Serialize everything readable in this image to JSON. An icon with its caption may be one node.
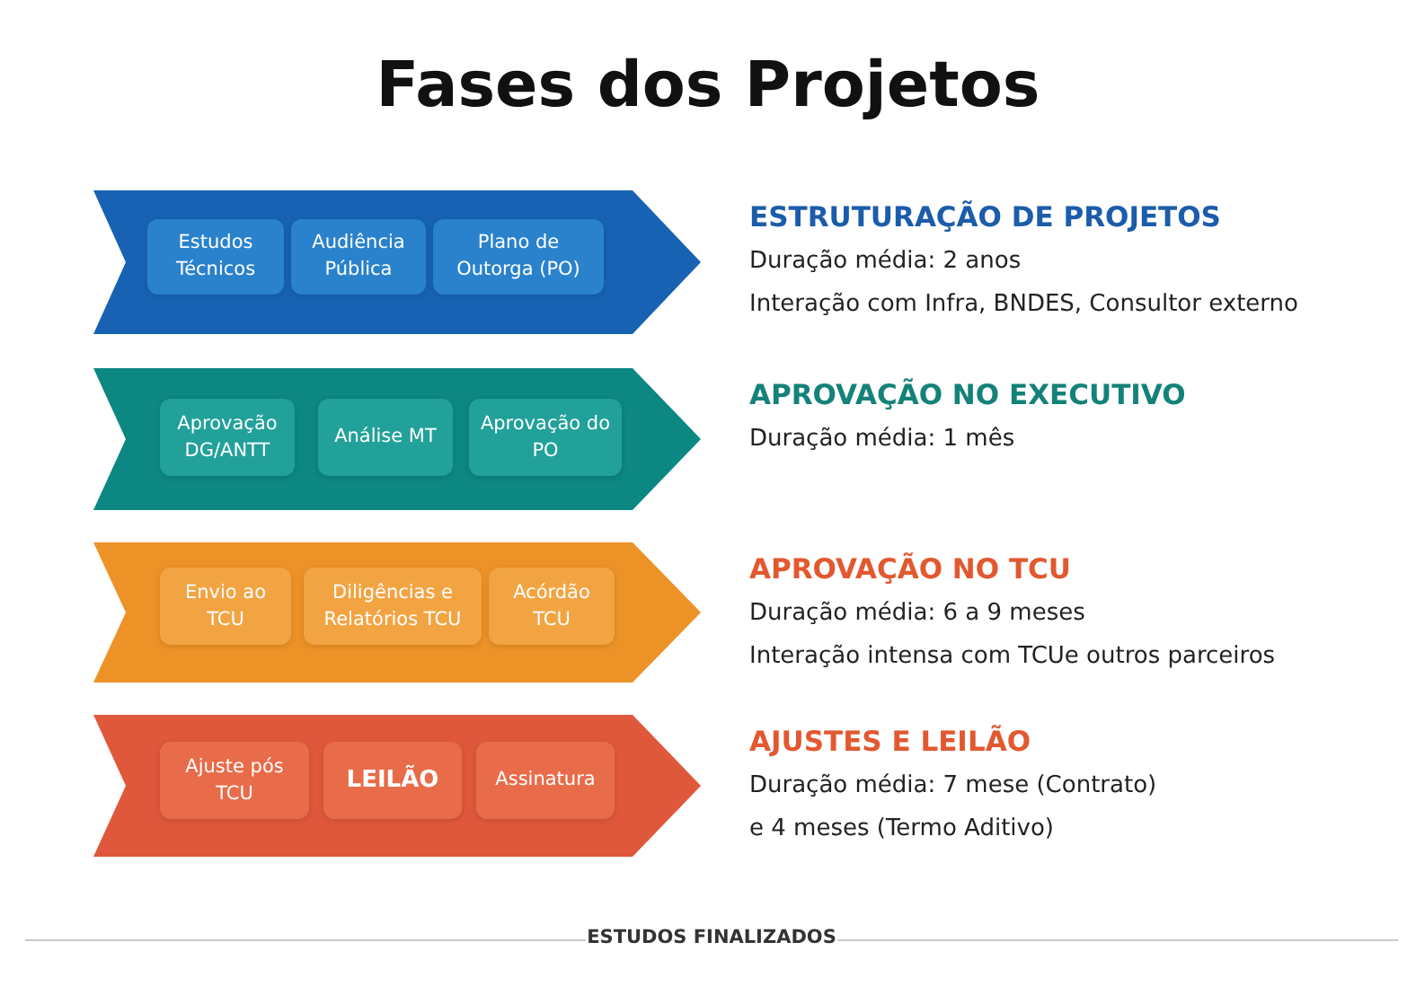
{
  "diagram": {
    "title": "Fases dos Projetos",
    "nodes": [
      {
        "text": [],
        "shape": "chevron",
        "beside": [
          "ESTRUTURAÇÃO DE PROJETOS",
          "Duração média: 2 anos",
          "Interação com Infra, BNDES, Consultor externo"
        ]
      },
      {
        "text": [
          "Estudos Técnicos"
        ],
        "in": 0
      },
      {
        "text": [
          "Audiência Pública"
        ],
        "in": 0
      },
      {
        "text": [
          "Plano de Outorga (PO)"
        ],
        "in": 0
      },
      {
        "text": [],
        "shape": "chevron",
        "beside": [
          "APROVAÇÃO NO EXECUTIVO",
          "Duração média: 1 mês"
        ]
      },
      {
        "text": [
          "Aprovação DG/ANTT"
        ],
        "in": 4
      },
      {
        "text": [
          "Análise MT"
        ],
        "in": 4
      },
      {
        "text": [
          "Aprovação do PO"
        ],
        "in": 4
      },
      {
        "text": [],
        "shape": "chevron",
        "beside": [
          "APROVAÇÃO NO TCU",
          "Duração média: 6 a 9 meses",
          "Interação intensa com TCUe outros parceiros"
        ]
      },
      {
        "text": [
          "Envio ao TCU"
        ],
        "in": 8
      },
      {
        "text": [
          "Diligências e Relatórios TCU"
        ],
        "in": 8
      },
      {
        "text": [
          "Acórdão TCU"
        ],
        "in": 8
      },
      {
        "text": [],
        "shape": "chevron",
        "beside": [
          "AJUSTES E LEILÃO",
          "Duração média: 7 mese (Contrato)",
          "e 4 meses (Termo Aditivo)"
        ]
      },
      {
        "text": [
          "Ajuste pós TCU"
        ],
        "in": 12
      },
      {
        "text": [
          "LEILÃO"
        ],
        "in": 12
      },
      {
        "text": [
          "Assinatura"
        ],
        "in": 12
      }
    ],
    "labels": [
      "ESTUDOS FINALIZADOS"
    ]
  }
}
